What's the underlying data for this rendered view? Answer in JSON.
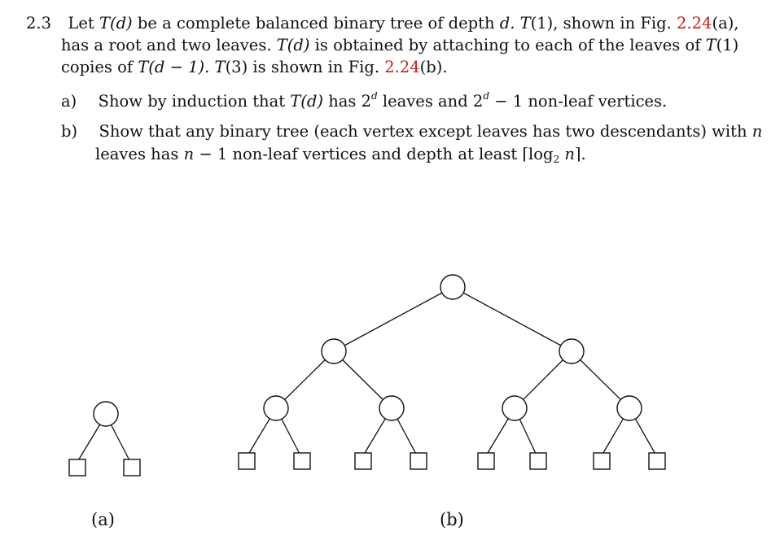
{
  "problem": {
    "number": "2.3",
    "intro": {
      "l1_a": "Let ",
      "l1_b": " be a complete balanced binary tree of depth ",
      "l1_c": "(1), shown in Fig. ",
      "l1_ref": "2.24",
      "l1_d": "(a),",
      "l2_a": "has a root and two leaves. ",
      "l2_b": " is obtained by attaching to each of the leaves of ",
      "l2_c": "(1)",
      "l3_a": "copies of ",
      "l3_b": "(3) is shown in Fig. ",
      "l3_ref": "2.24",
      "l3_c": "(b)."
    },
    "parts": [
      {
        "label": "a)",
        "text_a": "Show by induction that ",
        "text_b": " has 2",
        "text_c": " leaves and 2",
        "text_d": " − 1 non-leaf vertices."
      },
      {
        "label": "b)",
        "line1": "Show that any binary tree (each vertex except leaves has two descendants) with ",
        "line2_a": "leaves has ",
        "line2_b": " − 1 non-leaf vertices and depth at least ⌈log",
        "line2_c": "⌉."
      }
    ]
  },
  "math": {
    "T": "T",
    "Td": "T(d)",
    "d": "d",
    "d_period": "d.",
    "Tdminus1": "T(d − 1).",
    "n": "n",
    "two": "2"
  },
  "figures": [
    {
      "caption": "(a)"
    },
    {
      "caption": "(b)"
    }
  ]
}
